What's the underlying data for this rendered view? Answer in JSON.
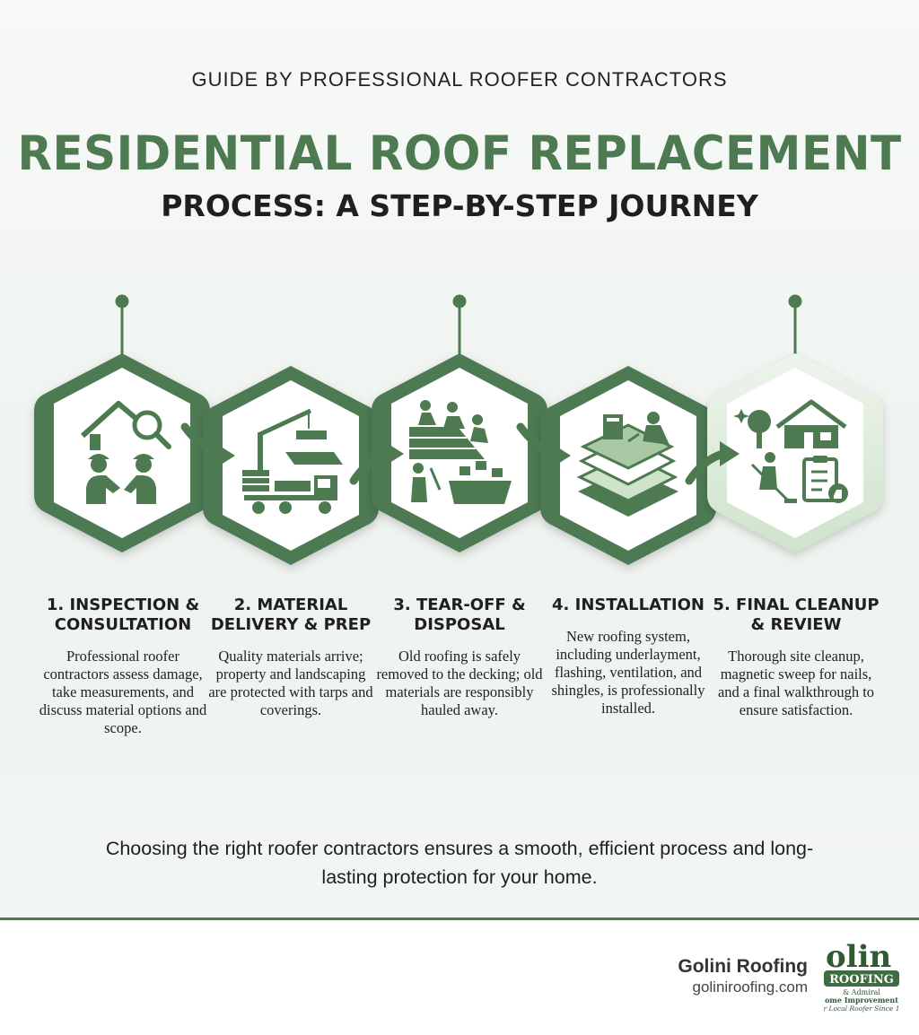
{
  "header": {
    "kicker": "GUIDE BY PROFESSIONAL ROOFER CONTRACTORS",
    "title_line1": "RESIDENTIAL ROOF REPLACEMENT",
    "title_line2": "PROCESS: A STEP-BY-STEP JOURNEY"
  },
  "colors": {
    "accent_green": "#4e7a52",
    "light_green": "#d7e7d4",
    "dark_text": "#1f1f1f"
  },
  "steps": [
    {
      "title": "1. INSPECTION & CONSULTATION",
      "text": "Professional roofer contractors assess damage, take measurements, and discuss material options and scope.",
      "icon": "inspection-icon"
    },
    {
      "title": "2. MATERIAL DELIVERY & PREP",
      "text": "Quality materials arrive; property and landscaping are protected with tarps and coverings.",
      "icon": "crane-truck-icon"
    },
    {
      "title": "3. TEAR-OFF & DISPOSAL",
      "text": "Old roofing is safely removed to the decking; old materials are responsibly hauled away.",
      "icon": "tear-off-icon"
    },
    {
      "title": "4. INSTALLATION",
      "text": "New roofing system, including underlayment, flashing, ventilation, and shingles, is professionally installed.",
      "icon": "roof-layers-icon"
    },
    {
      "title": "5. FINAL CLEANUP & REVIEW",
      "text": "Thorough site cleanup, magnetic sweep for nails, and a final walkthrough to ensure satisfaction.",
      "icon": "cleanup-checklist-icon"
    }
  ],
  "closing": "Choosing the right roofer contractors ensures a smooth, efficient process and long-lasting protection for your home.",
  "footer": {
    "brand_name": "Golini Roofing",
    "brand_url": "goliniroofing.com",
    "logo_text_top": "olin",
    "logo_text_band": "ROOFING",
    "logo_text_sub1": "& Admiral",
    "logo_text_sub2": "ome Improvement",
    "logo_text_sub3": "r Local Roofer Since 1"
  }
}
